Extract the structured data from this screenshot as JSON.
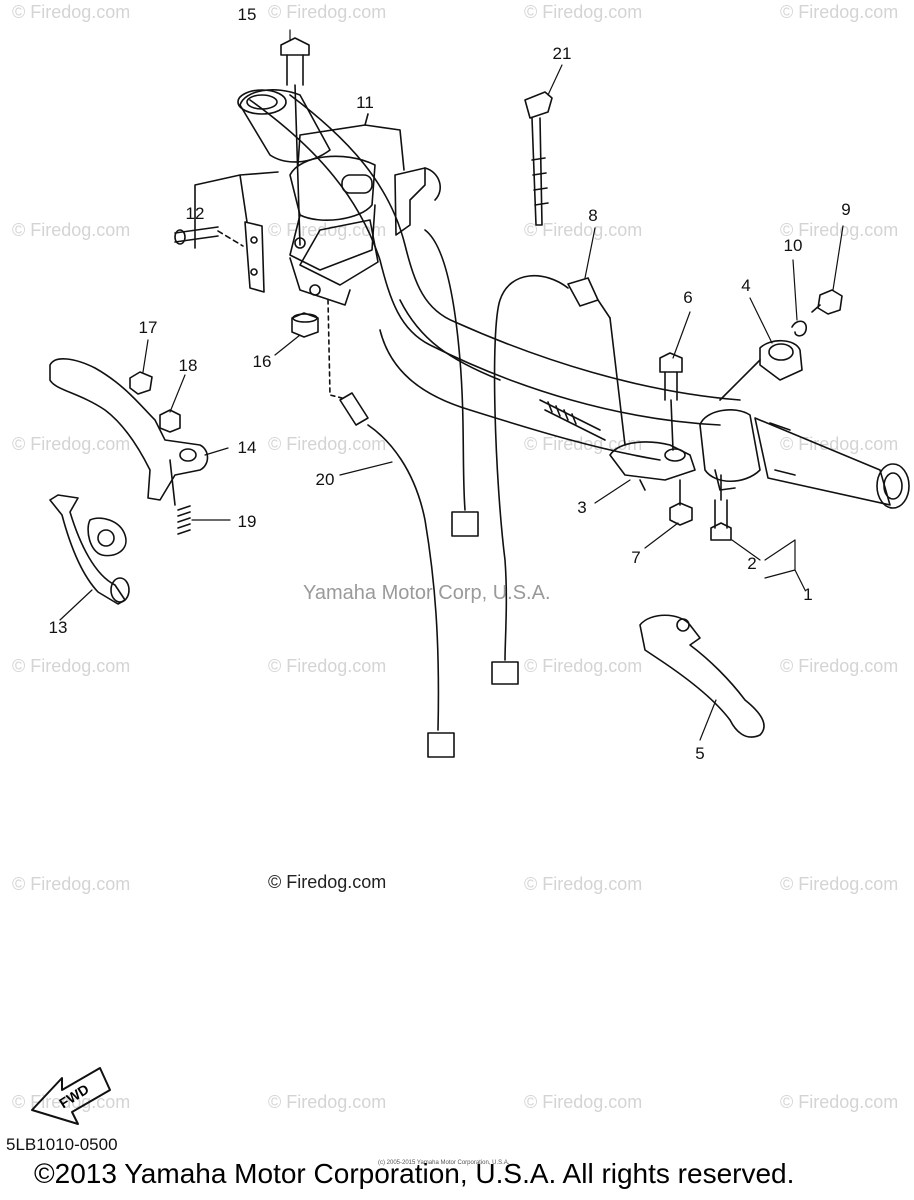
{
  "watermark": "© Firedog.com",
  "center_watermark": "Yamaha Motor Corp, U.S.A.",
  "firedog_mark": "© Firedog.com",
  "callouts": {
    "c1": "1",
    "c2": "2",
    "c3": "3",
    "c4": "4",
    "c5": "5",
    "c6": "6",
    "c7": "7",
    "c8": "8",
    "c9": "9",
    "c10": "10",
    "c11": "11",
    "c12": "12",
    "c13": "13",
    "c14": "14",
    "c15": "15",
    "c16": "16",
    "c17": "17",
    "c18": "18",
    "c19": "19",
    "c20": "20",
    "c21": "21"
  },
  "fwd_label": "FWD",
  "doc_code": "5LB1010-0500",
  "tiny_copyright": "(c) 2005-2015 Yamaha Motor Corporation, U.S.A.",
  "copyright": "©2013 Yamaha Motor Corporation, U.S.A. All rights reserved."
}
